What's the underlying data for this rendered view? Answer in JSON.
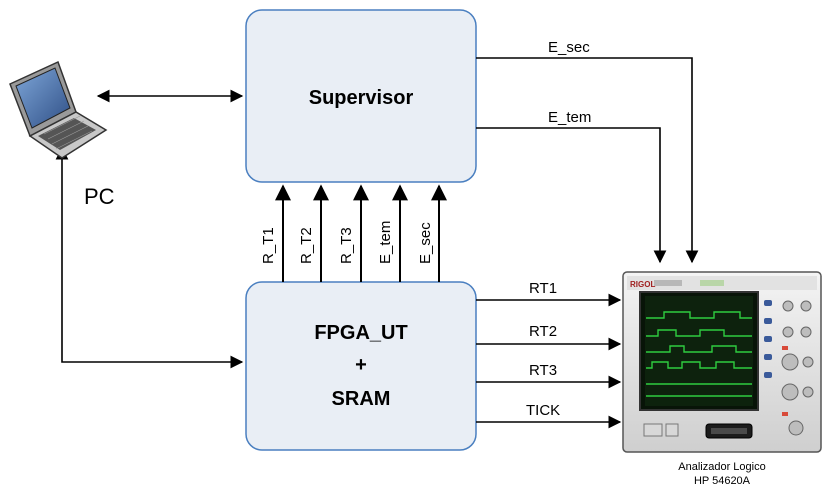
{
  "blocks": {
    "supervisor": "Supervisor",
    "fpga_line1": "FPGA_UT",
    "fpga_line2": "+",
    "fpga_line3": "SRAM"
  },
  "pc_label": "PC",
  "bus_labels": [
    "R_T1",
    "R_T2",
    "R_T3",
    "E_tem",
    "E_sec"
  ],
  "signals": {
    "e_sec": "E_sec",
    "e_tem": "E_tem",
    "rt1": "RT1",
    "rt2": "RT2",
    "rt3": "RT3",
    "tick": "TICK"
  },
  "analyzer": {
    "caption_line1": "Analizador Logico",
    "caption_line2": "HP 54620A",
    "brand": "RIGOL"
  },
  "colors": {
    "block_fill": "#e9eef5",
    "block_stroke": "#4a7fc0",
    "line": "#000000",
    "screen_bg": "#0a1a0a",
    "trace": "#2ecc40"
  }
}
